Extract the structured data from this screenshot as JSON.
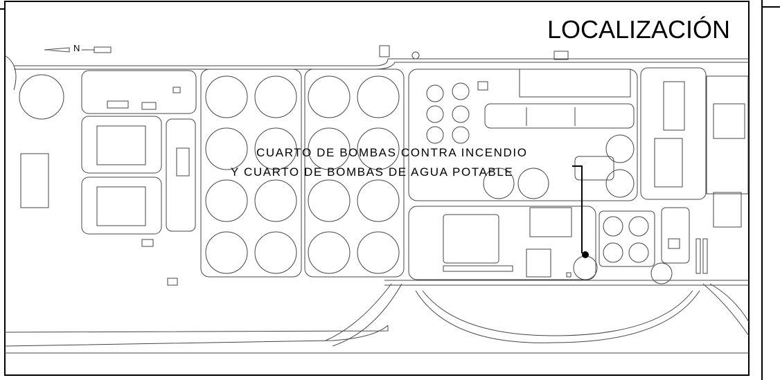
{
  "drawing": {
    "title": "LOCALIZACIÓN",
    "north_arrow_label": "N",
    "callout": {
      "line1": "CUARTO DE BOMBAS CONTRA INCENDIO",
      "line2": "Y CUARTO DE BOMBAS DE AGUA POTABLE"
    }
  },
  "colors": {
    "background": "#ffffff",
    "line": "#000000",
    "plan_line": "#444444"
  }
}
